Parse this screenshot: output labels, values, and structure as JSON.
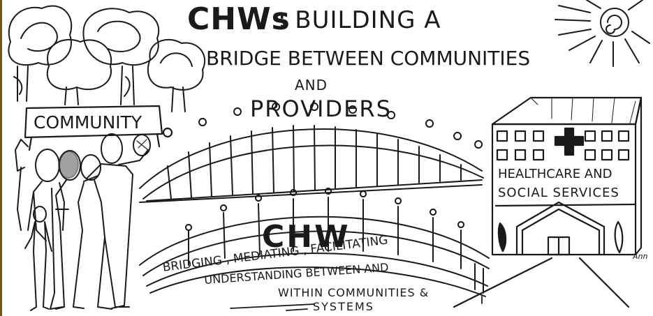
{
  "title": {
    "prefix": "CHWs",
    "line1": ": BUILDING A",
    "line2": "BRIDGE BETWEEN COMMUNITIES",
    "line3": "AND",
    "line4": "PROVIDERS"
  },
  "community_sign": "COMMUNITY",
  "healthcare_sign": {
    "line1": "HEALTHCARE AND",
    "line2": "SOCIAL SERVICES"
  },
  "chw_label": "CHW",
  "chw_description": {
    "line1": "BRIDGING , MEDIATING , FACILITATING",
    "line2": "UNDERSTANDING BETWEEN AND",
    "line3": "WITHIN COMMUNITIES &",
    "line4": "SYSTEMS"
  },
  "signature": "Ann",
  "colors": {
    "ink": "#1a1a1a",
    "background": "#ffffff",
    "frame_border": "#6b5a17"
  }
}
